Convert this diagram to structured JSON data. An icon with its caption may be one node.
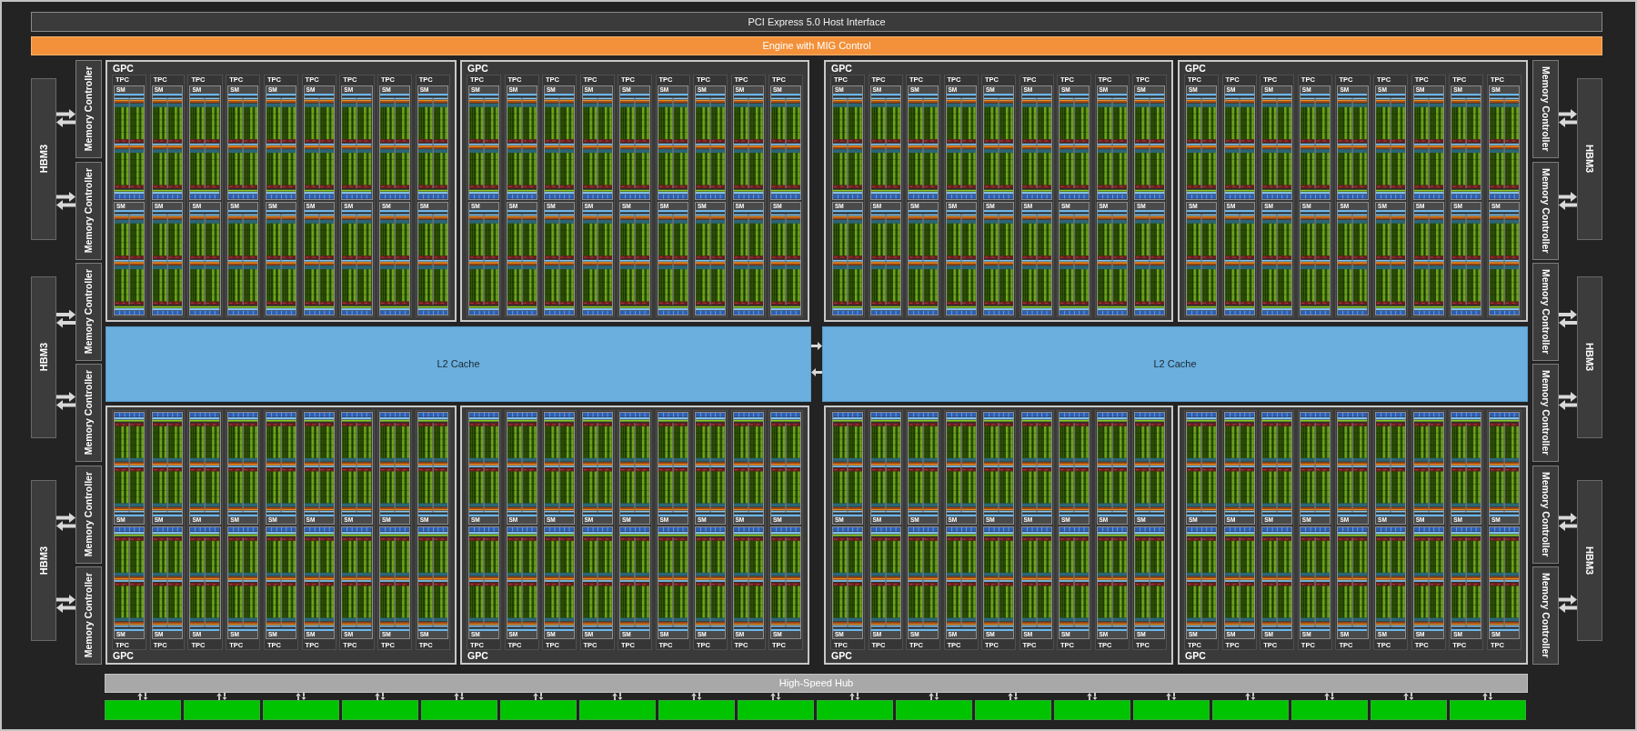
{
  "diagram": {
    "nodes": [
      {
        "text": [
          "PCI Express 5.0 Host Interface"
        ]
      },
      {
        "text": [
          "Engine with MIG Control"
        ]
      },
      {
        "text": [
          "HBM3"
        ]
      },
      {
        "text": [
          "HBM3"
        ]
      },
      {
        "text": [
          "HBM3"
        ]
      },
      {
        "text": [
          "Memory Controller"
        ]
      },
      {
        "text": [
          "Memory Controller"
        ]
      },
      {
        "text": [
          "Memory Controller"
        ]
      },
      {
        "text": [
          "Memory Controller"
        ]
      },
      {
        "text": [
          "Memory Controller"
        ]
      },
      {
        "text": [
          "Memory Controller"
        ]
      },
      {
        "text": [
          "GPC"
        ]
      },
      {
        "text": [
          "TPC"
        ],
        "in": 11
      },
      {
        "text": [
          "SM"
        ],
        "in": 12
      },
      {
        "text": [
          "SM"
        ],
        "in": 12
      },
      {
        "text": [
          "TPC"
        ],
        "in": 11
      },
      {
        "text": [
          "SM"
        ],
        "in": 15
      },
      {
        "text": [
          "SM"
        ],
        "in": 15
      },
      {
        "text": [
          "TPC"
        ],
        "in": 11
      },
      {
        "text": [
          "SM"
        ],
        "in": 18
      },
      {
        "text": [
          "SM"
        ],
        "in": 18
      },
      {
        "text": [
          "TPC"
        ],
        "in": 11
      },
      {
        "text": [
          "SM"
        ],
        "in": 21
      },
      {
        "text": [
          "SM"
        ],
        "in": 21
      },
      {
        "text": [
          "TPC"
        ],
        "in": 11
      },
      {
        "text": [
          "SM"
        ],
        "in": 24
      },
      {
        "text": [
          "SM"
        ],
        "in": 24
      },
      {
        "text": [
          "TPC"
        ],
        "in": 11
      },
      {
        "text": [
          "SM"
        ],
        "in": 27
      },
      {
        "text": [
          "SM"
        ],
        "in": 27
      },
      {
        "text": [
          "TPC"
        ],
        "in": 11
      },
      {
        "text": [
          "SM"
        ],
        "in": 30
      },
      {
        "text": [
          "SM"
        ],
        "in": 30
      },
      {
        "text": [
          "TPC"
        ],
        "in": 11
      },
      {
        "text": [
          "SM"
        ],
        "in": 33
      },
      {
        "text": [
          "SM"
        ],
        "in": 33
      },
      {
        "text": [
          "TPC"
        ],
        "in": 11
      },
      {
        "text": [
          "SM"
        ],
        "in": 36
      },
      {
        "text": [
          "SM"
        ],
        "in": 36
      },
      {
        "text": [
          "GPC"
        ]
      },
      {
        "text": [
          "TPC"
        ],
        "in": 39
      },
      {
        "text": [
          "SM"
        ],
        "in": 40
      },
      {
        "text": [
          "SM"
        ],
        "in": 40
      },
      {
        "text": [
          "TPC"
        ],
        "in": 39
      },
      {
        "text": [
          "SM"
        ],
        "in": 43
      },
      {
        "text": [
          "SM"
        ],
        "in": 43
      },
      {
        "text": [
          "TPC"
        ],
        "in": 39
      },
      {
        "text": [
          "SM"
        ],
        "in": 46
      },
      {
        "text": [
          "SM"
        ],
        "in": 46
      },
      {
        "text": [
          "TPC"
        ],
        "in": 39
      },
      {
        "text": [
          "SM"
        ],
        "in": 49
      },
      {
        "text": [
          "SM"
        ],
        "in": 49
      },
      {
        "text": [
          "TPC"
        ],
        "in": 39
      },
      {
        "text": [
          "SM"
        ],
        "in": 52
      },
      {
        "text": [
          "SM"
        ],
        "in": 52
      },
      {
        "text": [
          "TPC"
        ],
        "in": 39
      },
      {
        "text": [
          "SM"
        ],
        "in": 55
      },
      {
        "text": [
          "SM"
        ],
        "in": 55
      },
      {
        "text": [
          "TPC"
        ],
        "in": 39
      },
      {
        "text": [
          "SM"
        ],
        "in": 58
      },
      {
        "text": [
          "SM"
        ],
        "in": 58
      },
      {
        "text": [
          "TPC"
        ],
        "in": 39
      },
      {
        "text": [
          "SM"
        ],
        "in": 61
      },
      {
        "text": [
          "SM"
        ],
        "in": 61
      },
      {
        "text": [
          "TPC"
        ],
        "in": 39
      },
      {
        "text": [
          "SM"
        ],
        "in": 64
      },
      {
        "text": [
          "SM"
        ],
        "in": 64
      },
      {
        "text": [
          "GPC"
        ]
      },
      {
        "text": [
          "TPC"
        ],
        "in": 67
      },
      {
        "text": [
          "SM"
        ],
        "in": 68
      },
      {
        "text": [
          "SM"
        ],
        "in": 68
      },
      {
        "text": [
          "TPC"
        ],
        "in": 67
      },
      {
        "text": [
          "SM"
        ],
        "in": 71
      },
      {
        "text": [
          "SM"
        ],
        "in": 71
      },
      {
        "text": [
          "TPC"
        ],
        "in": 67
      },
      {
        "text": [
          "SM"
        ],
        "in": 74
      },
      {
        "text": [
          "SM"
        ],
        "in": 74
      },
      {
        "text": [
          "TPC"
        ],
        "in": 67
      },
      {
        "text": [
          "SM"
        ],
        "in": 77
      },
      {
        "text": [
          "SM"
        ],
        "in": 77
      },
      {
        "text": [
          "TPC"
        ],
        "in": 67
      },
      {
        "text": [
          "SM"
        ],
        "in": 80
      },
      {
        "text": [
          "SM"
        ],
        "in": 80
      },
      {
        "text": [
          "TPC"
        ],
        "in": 67
      },
      {
        "text": [
          "SM"
        ],
        "in": 83
      },
      {
        "text": [
          "SM"
        ],
        "in": 83
      },
      {
        "text": [
          "TPC"
        ],
        "in": 67
      },
      {
        "text": [
          "SM"
        ],
        "in": 86
      },
      {
        "text": [
          "SM"
        ],
        "in": 86
      },
      {
        "text": [
          "TPC"
        ],
        "in": 67
      },
      {
        "text": [
          "SM"
        ],
        "in": 89
      },
      {
        "text": [
          "SM"
        ],
        "in": 89
      },
      {
        "text": [
          "TPC"
        ],
        "in": 67
      },
      {
        "text": [
          "SM"
        ],
        "in": 92
      },
      {
        "text": [
          "SM"
        ],
        "in": 92
      },
      {
        "text": [
          "GPC"
        ]
      },
      {
        "text": [
          "TPC"
        ],
        "in": 95
      },
      {
        "text": [
          "SM"
        ],
        "in": 96
      },
      {
        "text": [
          "SM"
        ],
        "in": 96
      },
      {
        "text": [
          "TPC"
        ],
        "in": 95
      },
      {
        "text": [
          "SM"
        ],
        "in": 99
      },
      {
        "text": [
          "SM"
        ],
        "in": 99
      },
      {
        "text": [
          "TPC"
        ],
        "in": 95
      },
      {
        "text": [
          "SM"
        ],
        "in": 102
      },
      {
        "text": [
          "SM"
        ],
        "in": 102
      },
      {
        "text": [
          "TPC"
        ],
        "in": 95
      },
      {
        "text": [
          "SM"
        ],
        "in": 105
      },
      {
        "text": [
          "SM"
        ],
        "in": 105
      },
      {
        "text": [
          "TPC"
        ],
        "in": 95
      },
      {
        "text": [
          "SM"
        ],
        "in": 108
      },
      {
        "text": [
          "SM"
        ],
        "in": 108
      },
      {
        "text": [
          "TPC"
        ],
        "in": 95
      },
      {
        "text": [
          "SM"
        ],
        "in": 111
      },
      {
        "text": [
          "SM"
        ],
        "in": 111
      },
      {
        "text": [
          "TPC"
        ],
        "in": 95
      },
      {
        "text": [
          "SM"
        ],
        "in": 114
      },
      {
        "text": [
          "SM"
        ],
        "in": 114
      },
      {
        "text": [
          "TPC"
        ],
        "in": 95
      },
      {
        "text": [
          "SM"
        ],
        "in": 117
      },
      {
        "text": [
          "SM"
        ],
        "in": 117
      },
      {
        "text": [
          "TPC"
        ],
        "in": 95
      },
      {
        "text": [
          "SM"
        ],
        "in": 120
      },
      {
        "text": [
          "SM"
        ],
        "in": 120
      },
      {
        "text": [
          "L2 Cache"
        ]
      },
      {
        "text": [
          "L2 Cache"
        ]
      },
      {
        "text": [
          "GPC"
        ]
      },
      {
        "text": [
          "TPC"
        ],
        "in": 125
      },
      {
        "text": [
          "SM"
        ],
        "in": 126
      },
      {
        "text": [
          "SM"
        ],
        "in": 126
      },
      {
        "text": [
          "TPC"
        ],
        "in": 125
      },
      {
        "text": [
          "SM"
        ],
        "in": 129
      },
      {
        "text": [
          "SM"
        ],
        "in": 129
      },
      {
        "text": [
          "TPC"
        ],
        "in": 125
      },
      {
        "text": [
          "SM"
        ],
        "in": 132
      },
      {
        "text": [
          "SM"
        ],
        "in": 132
      },
      {
        "text": [
          "TPC"
        ],
        "in": 125
      },
      {
        "text": [
          "SM"
        ],
        "in": 135
      },
      {
        "text": [
          "SM"
        ],
        "in": 135
      },
      {
        "text": [
          "TPC"
        ],
        "in": 125
      },
      {
        "text": [
          "SM"
        ],
        "in": 138
      },
      {
        "text": [
          "SM"
        ],
        "in": 138
      },
      {
        "text": [
          "TPC"
        ],
        "in": 125
      },
      {
        "text": [
          "SM"
        ],
        "in": 141
      },
      {
        "text": [
          "SM"
        ],
        "in": 141
      },
      {
        "text": [
          "TPC"
        ],
        "in": 125
      },
      {
        "text": [
          "SM"
        ],
        "in": 144
      },
      {
        "text": [
          "SM"
        ],
        "in": 144
      },
      {
        "text": [
          "TPC"
        ],
        "in": 125
      },
      {
        "text": [
          "SM"
        ],
        "in": 147
      },
      {
        "text": [
          "SM"
        ],
        "in": 147
      },
      {
        "text": [
          "TPC"
        ],
        "in": 125
      },
      {
        "text": [
          "SM"
        ],
        "in": 150
      },
      {
        "text": [
          "SM"
        ],
        "in": 150
      },
      {
        "text": [
          "GPC"
        ]
      },
      {
        "text": [
          "TPC"
        ],
        "in": 153
      },
      {
        "text": [
          "SM"
        ],
        "in": 154
      },
      {
        "text": [
          "SM"
        ],
        "in": 154
      },
      {
        "text": [
          "TPC"
        ],
        "in": 153
      },
      {
        "text": [
          "SM"
        ],
        "in": 157
      },
      {
        "text": [
          "SM"
        ],
        "in": 157
      },
      {
        "text": [
          "TPC"
        ],
        "in": 153
      },
      {
        "text": [
          "SM"
        ],
        "in": 160
      },
      {
        "text": [
          "SM"
        ],
        "in": 160
      },
      {
        "text": [
          "TPC"
        ],
        "in": 153
      },
      {
        "text": [
          "SM"
        ],
        "in": 163
      },
      {
        "text": [
          "SM"
        ],
        "in": 163
      },
      {
        "text": [
          "TPC"
        ],
        "in": 153
      },
      {
        "text": [
          "SM"
        ],
        "in": 166
      },
      {
        "text": [
          "SM"
        ],
        "in": 166
      },
      {
        "text": [
          "TPC"
        ],
        "in": 153
      },
      {
        "text": [
          "SM"
        ],
        "in": 169
      },
      {
        "text": [
          "SM"
        ],
        "in": 169
      },
      {
        "text": [
          "TPC"
        ],
        "in": 153
      },
      {
        "text": [
          "SM"
        ],
        "in": 172
      },
      {
        "text": [
          "SM"
        ],
        "in": 172
      },
      {
        "text": [
          "TPC"
        ],
        "in": 153
      },
      {
        "text": [
          "SM"
        ],
        "in": 175
      },
      {
        "text": [
          "SM"
        ],
        "in": 175
      },
      {
        "text": [
          "TPC"
        ],
        "in": 153
      },
      {
        "text": [
          "SM"
        ],
        "in": 178
      },
      {
        "text": [
          "SM"
        ],
        "in": 178
      },
      {
        "text": [
          "GPC"
        ]
      },
      {
        "text": [
          "TPC"
        ],
        "in": 181
      },
      {
        "text": [
          "SM"
        ],
        "in": 182
      },
      {
        "text": [
          "SM"
        ],
        "in": 182
      },
      {
        "text": [
          "TPC"
        ],
        "in": 181
      },
      {
        "text": [
          "SM"
        ],
        "in": 185
      },
      {
        "text": [
          "SM"
        ],
        "in": 185
      },
      {
        "text": [
          "TPC"
        ],
        "in": 181
      },
      {
        "text": [
          "SM"
        ],
        "in": 188
      },
      {
        "text": [
          "SM"
        ],
        "in": 188
      },
      {
        "text": [
          "TPC"
        ],
        "in": 181
      },
      {
        "text": [
          "SM"
        ],
        "in": 191
      },
      {
        "text": [
          "SM"
        ],
        "in": 191
      },
      {
        "text": [
          "TPC"
        ],
        "in": 181
      },
      {
        "text": [
          "SM"
        ],
        "in": 194
      },
      {
        "text": [
          "SM"
        ],
        "in": 194
      },
      {
        "text": [
          "TPC"
        ],
        "in": 181
      },
      {
        "text": [
          "SM"
        ],
        "in": 197
      },
      {
        "text": [
          "SM"
        ],
        "in": 197
      },
      {
        "text": [
          "TPC"
        ],
        "in": 181
      },
      {
        "text": [
          "SM"
        ],
        "in": 200
      },
      {
        "text": [
          "SM"
        ],
        "in": 200
      },
      {
        "text": [
          "TPC"
        ],
        "in": 181
      },
      {
        "text": [
          "SM"
        ],
        "in": 203
      },
      {
        "text": [
          "SM"
        ],
        "in": 203
      },
      {
        "text": [
          "TPC"
        ],
        "in": 181
      },
      {
        "text": [
          "SM"
        ],
        "in": 206
      },
      {
        "text": [
          "SM"
        ],
        "in": 206
      },
      {
        "text": [
          "GPC"
        ]
      },
      {
        "text": [
          "TPC"
        ],
        "in": 209
      },
      {
        "text": [
          "SM"
        ],
        "in": 210
      },
      {
        "text": [
          "SM"
        ],
        "in": 210
      },
      {
        "text": [
          "TPC"
        ],
        "in": 209
      },
      {
        "text": [
          "SM"
        ],
        "in": 213
      },
      {
        "text": [
          "SM"
        ],
        "in": 213
      },
      {
        "text": [
          "TPC"
        ],
        "in": 209
      },
      {
        "text": [
          "SM"
        ],
        "in": 216
      },
      {
        "text": [
          "SM"
        ],
        "in": 216
      },
      {
        "text": [
          "TPC"
        ],
        "in": 209
      },
      {
        "text": [
          "SM"
        ],
        "in": 219
      },
      {
        "text": [
          "SM"
        ],
        "in": 219
      },
      {
        "text": [
          "TPC"
        ],
        "in": 209
      },
      {
        "text": [
          "SM"
        ],
        "in": 222
      },
      {
        "text": [
          "SM"
        ],
        "in": 222
      },
      {
        "text": [
          "TPC"
        ],
        "in": 209
      },
      {
        "text": [
          "SM"
        ],
        "in": 225
      },
      {
        "text": [
          "SM"
        ],
        "in": 225
      },
      {
        "text": [
          "TPC"
        ],
        "in": 209
      },
      {
        "text": [
          "SM"
        ],
        "in": 228
      },
      {
        "text": [
          "SM"
        ],
        "in": 228
      },
      {
        "text": [
          "TPC"
        ],
        "in": 209
      },
      {
        "text": [
          "SM"
        ],
        "in": 231
      },
      {
        "text": [
          "SM"
        ],
        "in": 231
      },
      {
        "text": [
          "TPC"
        ],
        "in": 209
      },
      {
        "text": [
          "SM"
        ],
        "in": 234
      },
      {
        "text": [
          "SM"
        ],
        "in": 234
      },
      {
        "text": [
          "Memory Controller"
        ]
      },
      {
        "text": [
          "Memory Controller"
        ]
      },
      {
        "text": [
          "Memory Controller"
        ]
      },
      {
        "text": [
          "Memory Controller"
        ]
      },
      {
        "text": [
          "Memory Controller"
        ]
      },
      {
        "text": [
          "Memory Controller"
        ]
      },
      {
        "text": [
          "HBM3"
        ]
      },
      {
        "text": [
          "HBM3"
        ]
      },
      {
        "text": [
          "HBM3"
        ]
      },
      {
        "text": [
          "High-Speed Hub"
        ]
      },
      {
        "text": [],
        "shape": "box"
      },
      {
        "text": [],
        "shape": "box"
      },
      {
        "text": [],
        "shape": "box"
      },
      {
        "text": [],
        "shape": "box"
      },
      {
        "text": [],
        "shape": "box"
      },
      {
        "text": [],
        "shape": "box"
      },
      {
        "text": [],
        "shape": "box"
      },
      {
        "text": [],
        "shape": "box"
      },
      {
        "text": [],
        "shape": "box"
      },
      {
        "text": [],
        "shape": "box"
      },
      {
        "text": [],
        "shape": "box"
      },
      {
        "text": [],
        "shape": "box"
      },
      {
        "text": [],
        "shape": "box"
      },
      {
        "text": [],
        "shape": "box"
      },
      {
        "text": [],
        "shape": "box"
      },
      {
        "text": [],
        "shape": "box"
      },
      {
        "text": [],
        "shape": "box"
      },
      {
        "text": [],
        "shape": "box"
      }
    ],
    "edges": [
      {
        "from": 2,
        "to": 5,
        "arrow": "to"
      },
      {
        "from": 5,
        "to": 2,
        "arrow": "to"
      },
      {
        "from": 2,
        "to": 6,
        "arrow": "to"
      },
      {
        "from": 6,
        "to": 2,
        "arrow": "to"
      },
      {
        "from": 3,
        "to": 7,
        "arrow": "to"
      },
      {
        "from": 7,
        "to": 3,
        "arrow": "to"
      },
      {
        "from": 3,
        "to": 8,
        "arrow": "to"
      },
      {
        "from": 8,
        "to": 3,
        "arrow": "to"
      },
      {
        "from": 4,
        "to": 9,
        "arrow": "to"
      },
      {
        "from": 9,
        "to": 4,
        "arrow": "to"
      },
      {
        "from": 4,
        "to": 10,
        "arrow": "to"
      },
      {
        "from": 10,
        "to": 4,
        "arrow": "to"
      },
      {
        "from": 237,
        "to": 243,
        "arrow": "to"
      },
      {
        "from": 243,
        "to": 237,
        "arrow": "to"
      },
      {
        "from": 238,
        "to": 243,
        "arrow": "to"
      },
      {
        "from": 243,
        "to": 238,
        "arrow": "to"
      },
      {
        "from": 239,
        "to": 244,
        "arrow": "to"
      },
      {
        "from": 244,
        "to": 239,
        "arrow": "to"
      },
      {
        "from": 240,
        "to": 244,
        "arrow": "to"
      },
      {
        "from": 244,
        "to": 240,
        "arrow": "to"
      },
      {
        "from": 241,
        "to": 245,
        "arrow": "to"
      },
      {
        "from": 245,
        "to": 241,
        "arrow": "to"
      },
      {
        "from": 242,
        "to": 245,
        "arrow": "to"
      },
      {
        "from": 245,
        "to": 242,
        "arrow": "to"
      },
      {
        "from": 123,
        "to": 124,
        "arrow": "to"
      },
      {
        "from": 124,
        "to": 123,
        "arrow": "to"
      },
      {
        "from": 247,
        "to": 246,
        "arrow": "to"
      },
      {
        "from": 246,
        "to": 247,
        "arrow": "to"
      },
      {
        "from": 248,
        "to": 246,
        "arrow": "to"
      },
      {
        "from": 246,
        "to": 248,
        "arrow": "to"
      },
      {
        "from": 249,
        "to": 246,
        "arrow": "to"
      },
      {
        "from": 246,
        "to": 249,
        "arrow": "to"
      },
      {
        "from": 250,
        "to": 246,
        "arrow": "to"
      },
      {
        "from": 246,
        "to": 250,
        "arrow": "to"
      },
      {
        "from": 251,
        "to": 246,
        "arrow": "to"
      },
      {
        "from": 246,
        "to": 251,
        "arrow": "to"
      },
      {
        "from": 252,
        "to": 246,
        "arrow": "to"
      },
      {
        "from": 246,
        "to": 252,
        "arrow": "to"
      },
      {
        "from": 253,
        "to": 246,
        "arrow": "to"
      },
      {
        "from": 246,
        "to": 253,
        "arrow": "to"
      },
      {
        "from": 254,
        "to": 246,
        "arrow": "to"
      },
      {
        "from": 246,
        "to": 254,
        "arrow": "to"
      },
      {
        "from": 255,
        "to": 246,
        "arrow": "to"
      },
      {
        "from": 246,
        "to": 255,
        "arrow": "to"
      },
      {
        "from": 256,
        "to": 246,
        "arrow": "to"
      },
      {
        "from": 246,
        "to": 256,
        "arrow": "to"
      },
      {
        "from": 257,
        "to": 246,
        "arrow": "to"
      },
      {
        "from": 246,
        "to": 257,
        "arrow": "to"
      },
      {
        "from": 258,
        "to": 246,
        "arrow": "to"
      },
      {
        "from": 246,
        "to": 258,
        "arrow": "to"
      },
      {
        "from": 259,
        "to": 246,
        "arrow": "to"
      },
      {
        "from": 246,
        "to": 259,
        "arrow": "to"
      },
      {
        "from": 260,
        "to": 246,
        "arrow": "to"
      },
      {
        "from": 246,
        "to": 260,
        "arrow": "to"
      },
      {
        "from": 261,
        "to": 246,
        "arrow": "to"
      },
      {
        "from": 246,
        "to": 261,
        "arrow": "to"
      },
      {
        "from": 262,
        "to": 246,
        "arrow": "to"
      },
      {
        "from": 246,
        "to": 262,
        "arrow": "to"
      },
      {
        "from": 263,
        "to": 246,
        "arrow": "to"
      },
      {
        "from": 246,
        "to": 263,
        "arrow": "to"
      },
      {
        "from": 264,
        "to": 246,
        "arrow": "to"
      },
      {
        "from": 246,
        "to": 264,
        "arrow": "to"
      }
    ]
  }
}
